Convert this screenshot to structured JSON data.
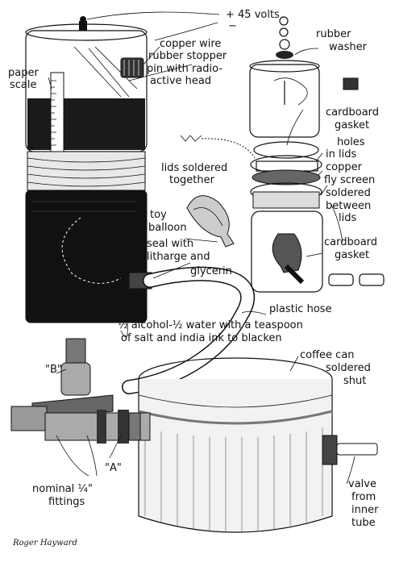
{
  "labels": {
    "voltage": "+ 45 volts",
    "minus": "−",
    "copper_wire": "copper wire",
    "rubber_stopper": "rubber stopper",
    "pin_radio": "pin with radio-",
    "active_head": "active head",
    "paper": "paper",
    "scale": "scale",
    "rubber": "rubber",
    "washer": "washer",
    "cardboard1": "cardboard",
    "gasket1": "gasket",
    "holes": "holes",
    "in_lids": "in lids",
    "copper": "copper",
    "fly_screen": "fly screen",
    "soldered": "soldered",
    "between": "between",
    "lids": "lids",
    "lids_soldered": "lids soldered",
    "together": "together",
    "toy": "toy",
    "balloon": "balloon",
    "seal_with": "seal with",
    "litharge": "litharge and",
    "glycerin": "glycerin",
    "cardboard2": "cardboard",
    "gasket2": "gasket",
    "plastic_hose": "plastic hose",
    "alcohol": "½ alcohol-½ water with a teaspoon",
    "salt": "of salt and india ink to blacken",
    "b_label": "\"B\"",
    "coffee_can": "coffee can",
    "soldered2": "soldered",
    "shut": "shut",
    "a_label": "\"A\"",
    "nominal": "nominal ¼\"",
    "fittings": "fittings",
    "valve": "valve",
    "from": "from",
    "inner": "inner",
    "tube": "tube",
    "signature": "Roger Hayward"
  }
}
